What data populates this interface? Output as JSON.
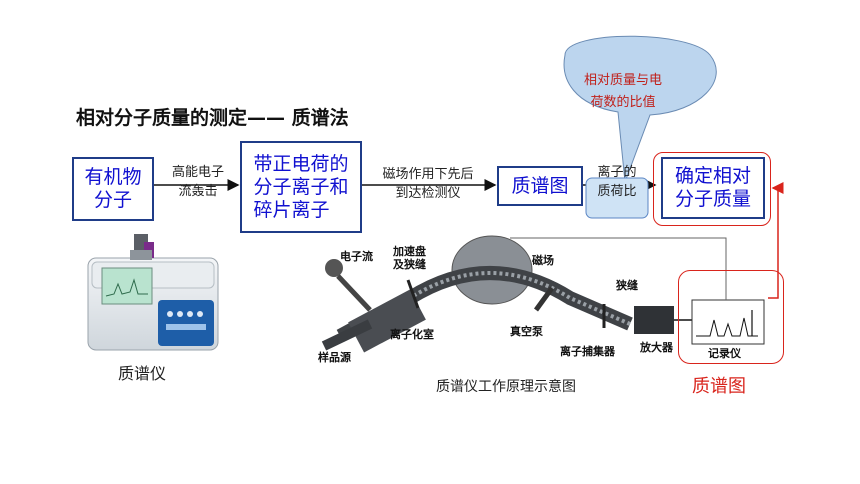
{
  "title": "相对分子质量的测定—— 质谱法",
  "flow": {
    "box1": [
      "有机物",
      "分子"
    ],
    "arrow1": [
      "高能电子",
      "流轰击"
    ],
    "box2": [
      "带正电荷的",
      "分子离子和",
      "碎片离子"
    ],
    "arrow2": [
      "磁场作用下先后",
      "到达检测仪"
    ],
    "box3": "质谱图",
    "arrow3": [
      "离子的",
      "质荷比"
    ],
    "box4": [
      "确定相对",
      "分子质量"
    ]
  },
  "bubble": [
    "相对质量与电",
    "荷数的比值"
  ],
  "instrument_caption": "质谱仪",
  "diagram": {
    "caption": "质谱仪工作原理示意图",
    "labels": {
      "electron_beam": "电子流",
      "accel_plate": [
        "加速盘",
        "及狭缝"
      ],
      "magnetic_field": "磁场",
      "slit": "狭缝",
      "ion_chamber": "离子化室",
      "sample_source": "样品源",
      "vacuum_pump": "真空泵",
      "ion_collector": "离子捕集器",
      "amplifier": "放大器",
      "recorder": "记录仪"
    }
  },
  "spectrum_label": "质谱图",
  "colors": {
    "box_text": "#1010d0",
    "box_border": "#1f3c88",
    "highlight": "#d9241c",
    "bubble_fill": "#bcd5ee"
  }
}
